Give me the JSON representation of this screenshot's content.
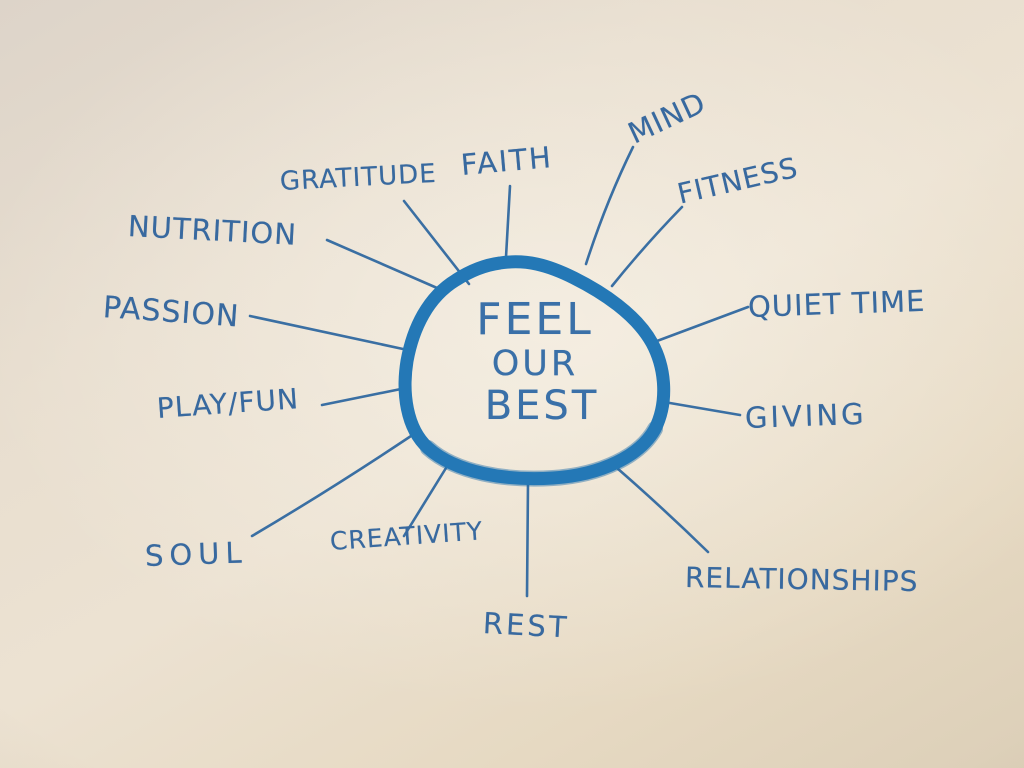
{
  "diagram_title": "FEEL OUR BEST",
  "center": {
    "line1": "FEEL",
    "line2": "OUR",
    "line3": "BEST"
  },
  "nodes": [
    {
      "id": "nutrition",
      "label": "NUTRITION"
    },
    {
      "id": "gratitude",
      "label": "GRATITUDE"
    },
    {
      "id": "faith",
      "label": "FAITH"
    },
    {
      "id": "mind",
      "label": "MIND"
    },
    {
      "id": "fitness",
      "label": "FITNESS"
    },
    {
      "id": "quiet-time",
      "label": "QUIET TIME"
    },
    {
      "id": "giving",
      "label": "GIVING"
    },
    {
      "id": "relationships",
      "label": "RELATIONSHIPS"
    },
    {
      "id": "rest",
      "label": "REST"
    },
    {
      "id": "creativity",
      "label": "CREATIVITY"
    },
    {
      "id": "soul",
      "label": "SOUL"
    },
    {
      "id": "play-fun",
      "label": "PLAY/FUN"
    },
    {
      "id": "passion",
      "label": "PASSION"
    }
  ],
  "colors": {
    "ink_text": "#38699f",
    "ink_line": "#3a6fa3",
    "marker_bubble": "#2478b6",
    "paper": "#e9dfcf"
  }
}
